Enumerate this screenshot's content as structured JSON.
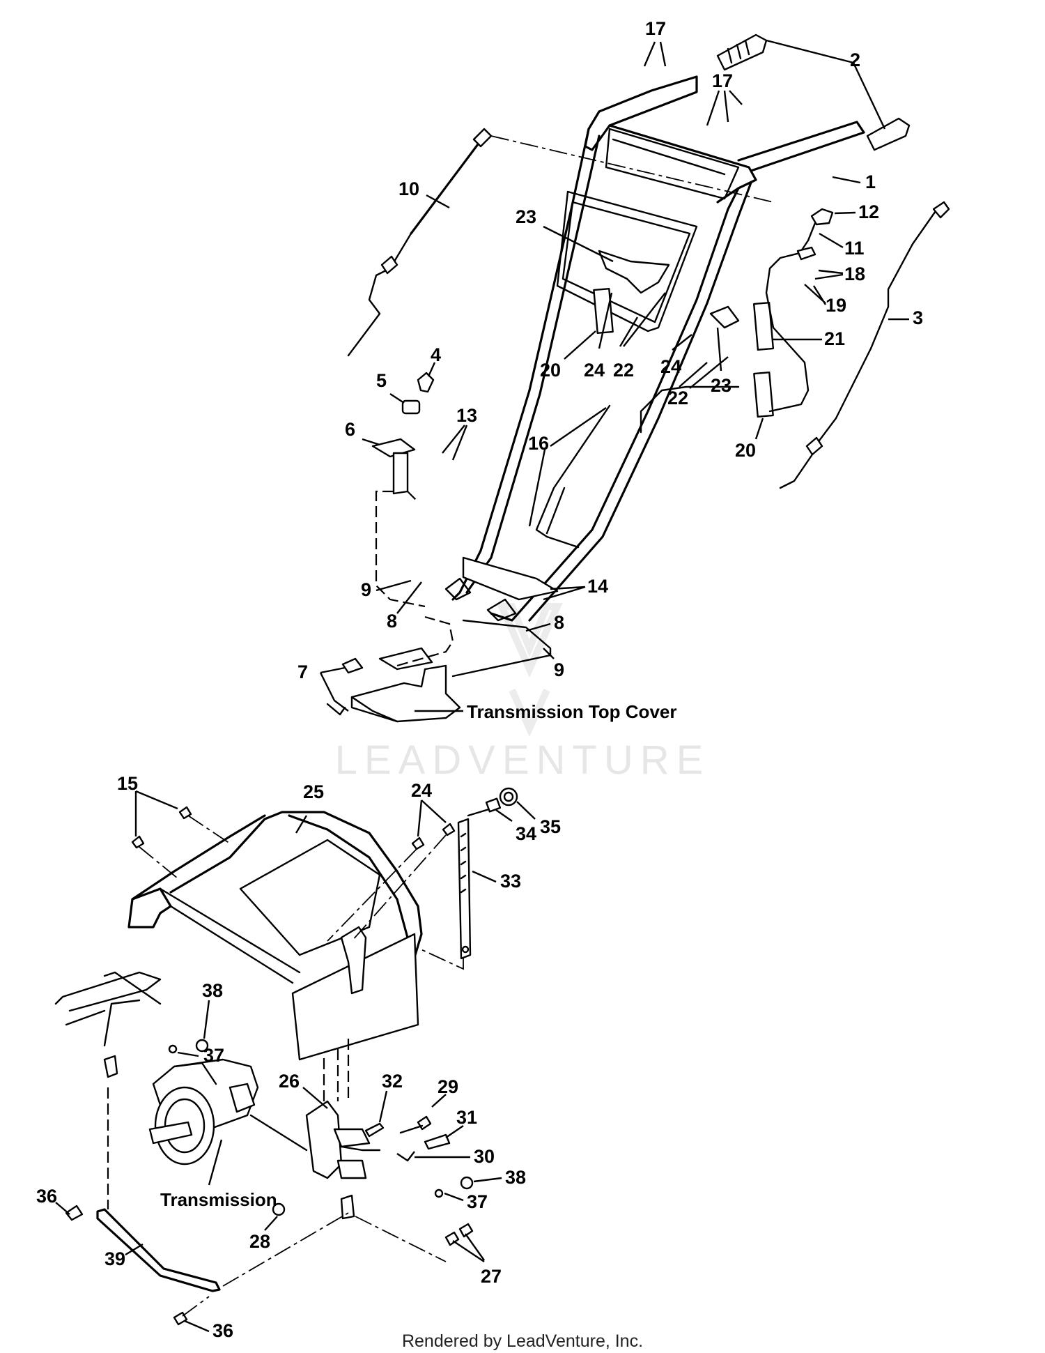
{
  "callouts": [
    {
      "n": "1"
    },
    {
      "n": "2"
    },
    {
      "n": "3"
    },
    {
      "n": "4"
    },
    {
      "n": "5"
    },
    {
      "n": "6"
    },
    {
      "n": "7"
    },
    {
      "n": "8"
    },
    {
      "n": "8"
    },
    {
      "n": "9"
    },
    {
      "n": "9"
    },
    {
      "n": "10"
    },
    {
      "n": "11"
    },
    {
      "n": "12"
    },
    {
      "n": "13"
    },
    {
      "n": "14"
    },
    {
      "n": "15"
    },
    {
      "n": "16"
    },
    {
      "n": "17"
    },
    {
      "n": "17"
    },
    {
      "n": "18"
    },
    {
      "n": "19"
    },
    {
      "n": "20"
    },
    {
      "n": "20"
    },
    {
      "n": "21"
    },
    {
      "n": "22"
    },
    {
      "n": "22"
    },
    {
      "n": "23"
    },
    {
      "n": "23"
    },
    {
      "n": "24"
    },
    {
      "n": "24"
    },
    {
      "n": "24"
    },
    {
      "n": "25"
    },
    {
      "n": "26"
    },
    {
      "n": "27"
    },
    {
      "n": "28"
    },
    {
      "n": "29"
    },
    {
      "n": "30"
    },
    {
      "n": "31"
    },
    {
      "n": "32"
    },
    {
      "n": "33"
    },
    {
      "n": "34"
    },
    {
      "n": "35"
    },
    {
      "n": "36"
    },
    {
      "n": "36"
    },
    {
      "n": "37"
    },
    {
      "n": "37"
    },
    {
      "n": "38"
    },
    {
      "n": "38"
    },
    {
      "n": "39"
    }
  ],
  "labels": {
    "transmission_top_cover": "Transmission Top Cover",
    "transmission": "Transmission"
  },
  "watermark": "LEADVENTURE",
  "footer": "Rendered by LeadVenture, Inc."
}
